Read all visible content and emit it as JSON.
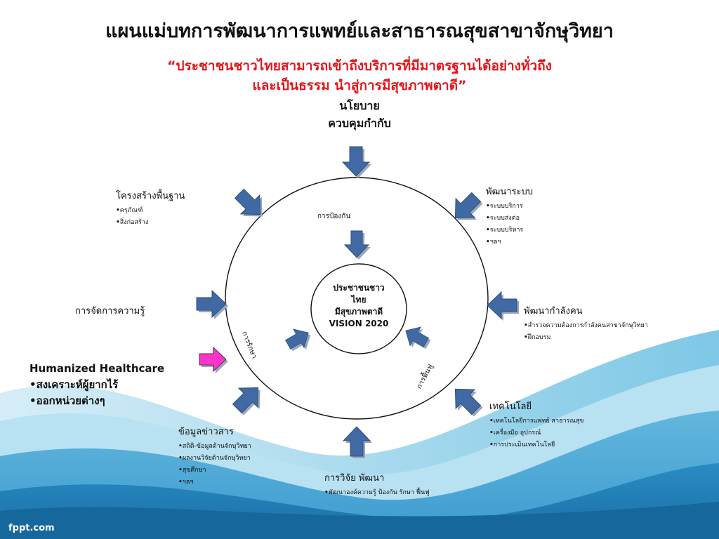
{
  "title": "แผนแม่บทการพัฒนาการแพทย์และสาธารณสุขสาขาจักษุวิทยา",
  "subtitle": {
    "line1": "“ประชาชนชาวไทยสามารถเข้าถึงบริการที่มีมาตรฐานได้อย่างทั่วถึง",
    "line2": "และเป็นธรรม นำสู่การมีสุขภาพตาดี”"
  },
  "top": {
    "line1": "นโยบาย",
    "line2": "ควบคุมกำกับ"
  },
  "center": {
    "line1": "ประชาชนชาว",
    "line2": "ไทย",
    "line3": "มีสุขภาพตาดี",
    "line4": "VISION 2020"
  },
  "inner": {
    "prevention": "การป้องกัน",
    "treatment": "การรักษา",
    "rehab": "การฟื้นฟู"
  },
  "infrastructure": {
    "heading": "โครงสร้างพื้นฐาน",
    "items": [
      "ครุภัณฑ์",
      "สิ่งก่อสร้าง"
    ]
  },
  "system": {
    "heading": "พัฒนาระบบ",
    "items": [
      "ระบบบริการ",
      "ระบบส่งต่อ",
      "ระบบบริหาร",
      "ฯลฯ"
    ]
  },
  "knowledge": {
    "heading": "การจัดการความรู้"
  },
  "workforce": {
    "heading": "พัฒนากำลังคน",
    "items": [
      "สำรวจความต้องการกำลังคนสาขาจักษุวิทยา",
      "ฝึกอบรม"
    ]
  },
  "humanized": {
    "heading": "Humanized Healthcare",
    "items": [
      "สงเคราะห์ผู้ยากไร้",
      "ออกหน่วยต่างๆ"
    ]
  },
  "technology": {
    "heading": "เทคโนโลยี",
    "items": [
      "เทคโนโลยีการแพทย์ สาธารณสุข",
      "เครื่องมือ อุปกรณ์",
      "การประเมินเทคโนโลยี"
    ]
  },
  "information": {
    "heading": "ข้อมูลข่าวสาร",
    "items": [
      "สถิติ-ข้อมูลด้านจักษุวิทยา",
      "ผลงานวิจัยด้านจักษุวิทยา",
      "สุขศึกษา",
      "ฯลฯ"
    ]
  },
  "research": {
    "heading": "การวิจัย พัฒนา",
    "items": [
      "พัฒนาองค์ความรู้ ป้องกัน รักษา ฟื้นฟู"
    ]
  },
  "footer": "fppt.com",
  "colors": {
    "arrow": "#4169a3",
    "arrow_dark": "#2f4f80",
    "highlight": "#ff33cc",
    "accent_red": "#e3161b"
  }
}
